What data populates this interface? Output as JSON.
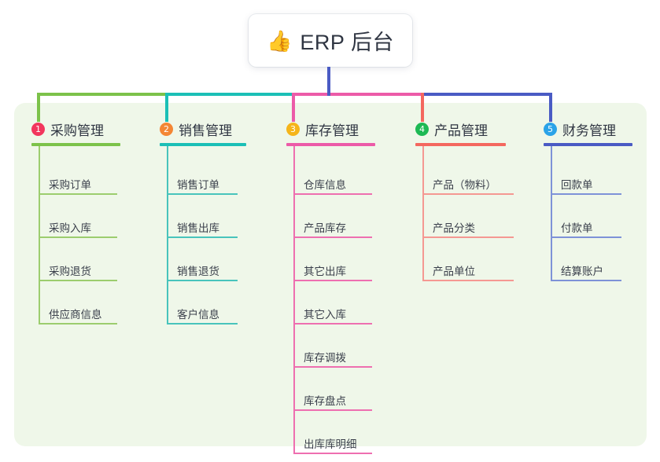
{
  "root": {
    "icon": "thumbs-up-icon",
    "emoji": "👍",
    "title": "ERP 后台"
  },
  "colors": {
    "panel_bg": "#eff7e9",
    "root_trunk": "#4a5bc4",
    "branch_1": "#7cc24a",
    "branch_2": "#1bbfb6",
    "branch_3": "#ec5ba8",
    "branch_4": "#f4685f",
    "branch_5": "#4a5bc4",
    "badge_1": "#f2365d",
    "badge_2": "#f48634",
    "badge_3": "#f5b51a",
    "badge_4": "#1db954",
    "badge_5": "#2aa3e8",
    "leaf_1": "#9ccd6e",
    "leaf_2": "#48c4bc",
    "leaf_3": "#ee6fb0",
    "leaf_4": "#f59892",
    "leaf_5": "#7e92d8",
    "title_text": "#2f3542",
    "leaf_text": "#3a3f4b"
  },
  "branches": [
    {
      "num": "1",
      "title": "采购管理",
      "items": [
        "采购订单",
        "采购入库",
        "采购退货",
        "供应商信息"
      ]
    },
    {
      "num": "2",
      "title": "销售管理",
      "items": [
        "销售订单",
        "销售出库",
        "销售退货",
        "客户信息"
      ]
    },
    {
      "num": "3",
      "title": "库存管理",
      "items": [
        "仓库信息",
        "产品库存",
        "其它出库",
        "其它入库",
        "库存调拨",
        "库存盘点",
        "出库库明细"
      ]
    },
    {
      "num": "4",
      "title": "产品管理",
      "items": [
        "产品（物料）",
        "产品分类",
        "产品单位"
      ]
    },
    {
      "num": "5",
      "title": "财务管理",
      "items": [
        "回款单",
        "付款单",
        "结算账户"
      ]
    }
  ]
}
